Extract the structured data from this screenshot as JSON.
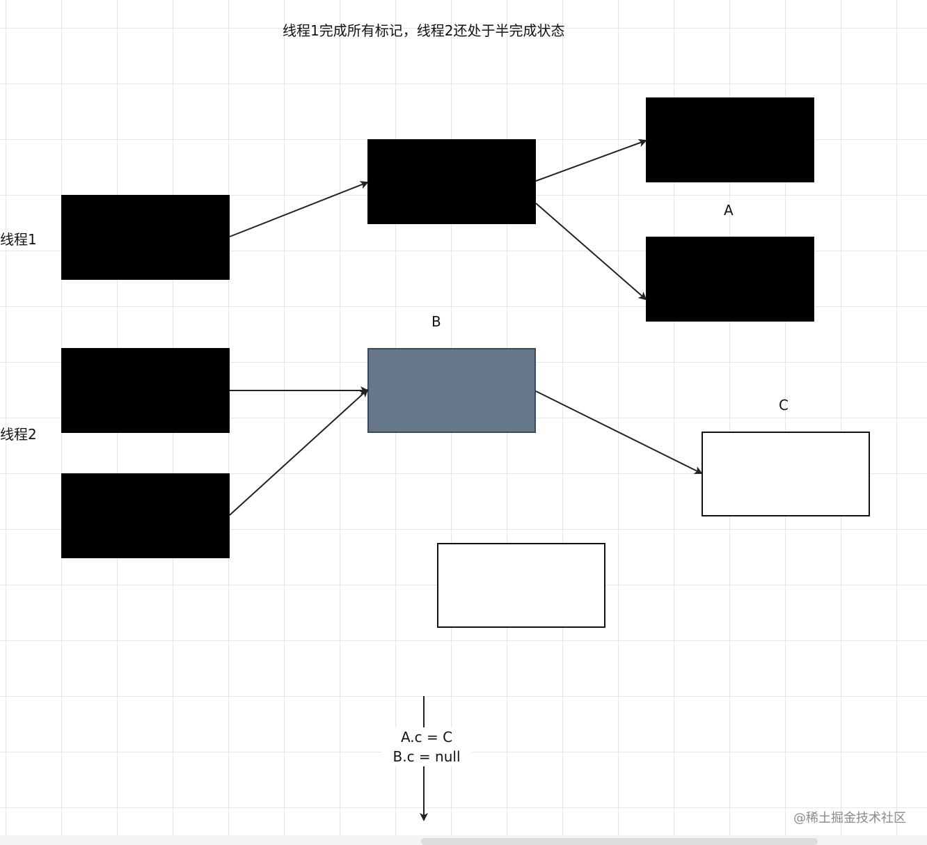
{
  "title": "线程1完成所有标记，线程2还处于半完成状态",
  "thread_labels": {
    "thread1": "线程1",
    "thread2": "线程2"
  },
  "node_labels": {
    "a": "A",
    "b": "B",
    "c": "C"
  },
  "note": {
    "line1": "A.c = C",
    "line2": "B.c = null"
  },
  "colors": {
    "black_node": "#000000",
    "gray_node": "#67788a",
    "white_node": "#ffffff",
    "edge": "#222222",
    "grid": "#e6e6e6"
  },
  "watermark": "@稀土掘金技术社区"
}
